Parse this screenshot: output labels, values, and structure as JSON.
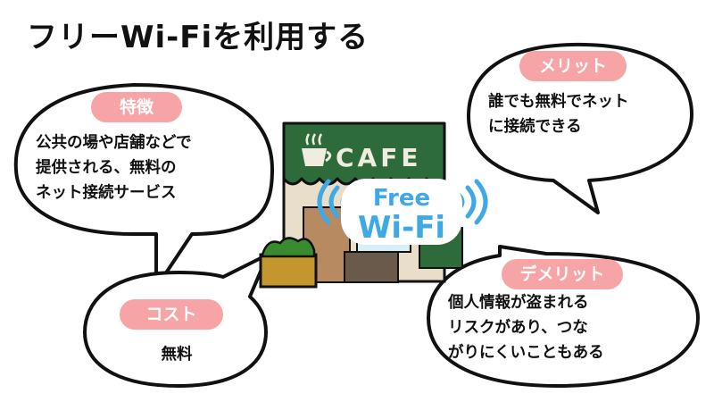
{
  "title": "フリーWi-Fiを利用する",
  "illustration": {
    "sign": "CAFE",
    "badge_line1": "Free",
    "badge_line2": "Wi-Fi"
  },
  "bubbles": {
    "features": {
      "label": "特徴",
      "lines": [
        "公共の場や店舗などで",
        "提供される、無料の",
        "ネット接続サービス"
      ]
    },
    "merit": {
      "label": "メリット",
      "lines": [
        "誰でも無料でネット",
        "に接続できる"
      ]
    },
    "cost": {
      "label": "コスト",
      "lines": [
        "無料"
      ]
    },
    "demerit": {
      "label": "デメリット",
      "lines": [
        "個人情報が盗まれる",
        "リスクがあり、つな",
        "がりにくいこともある"
      ]
    }
  },
  "colors": {
    "pill": "#f7a4a6",
    "awning": "#2d6b3a",
    "wifi": "#3ea9e6",
    "outline": "#111111"
  }
}
